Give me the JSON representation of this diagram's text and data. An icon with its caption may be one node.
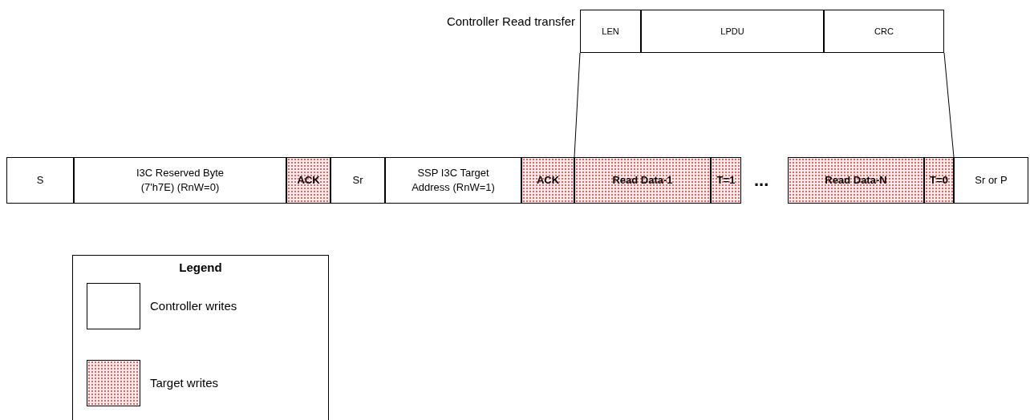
{
  "diagram": {
    "nodes": [
      {
        "text": [
          "LEN"
        ]
      },
      {
        "text": [
          "LPDU"
        ]
      },
      {
        "text": [
          "CRC"
        ]
      },
      {
        "text": [
          "S"
        ]
      },
      {
        "text": [
          "I3C Reserved Byte (7'h7E) (RnW=0)"
        ]
      },
      {
        "text": [
          "ACK"
        ]
      },
      {
        "text": [
          "Sr"
        ]
      },
      {
        "text": [
          "SSP I3C Target Address (RnW=1)"
        ]
      },
      {
        "text": [
          "ACK"
        ]
      },
      {
        "text": [
          "Read Data-1"
        ]
      },
      {
        "text": [
          "T=1"
        ]
      },
      {
        "text": [
          "Read Data-N"
        ]
      },
      {
        "text": [
          "T=0"
        ]
      },
      {
        "text": [
          "Sr or P"
        ]
      }
    ],
    "edges": [
      {
        "from": 0,
        "to": 9,
        "arrow": "none"
      },
      {
        "from": 2,
        "to": 12,
        "arrow": "none"
      }
    ],
    "labels": [
      "Controller Read transfer",
      "...",
      "Legend"
    ],
    "legend": [
      {
        "text": "Controller writes",
        "color": "#ffffff"
      },
      {
        "text": "Target writes",
        "color": "#e06666"
      }
    ]
  }
}
